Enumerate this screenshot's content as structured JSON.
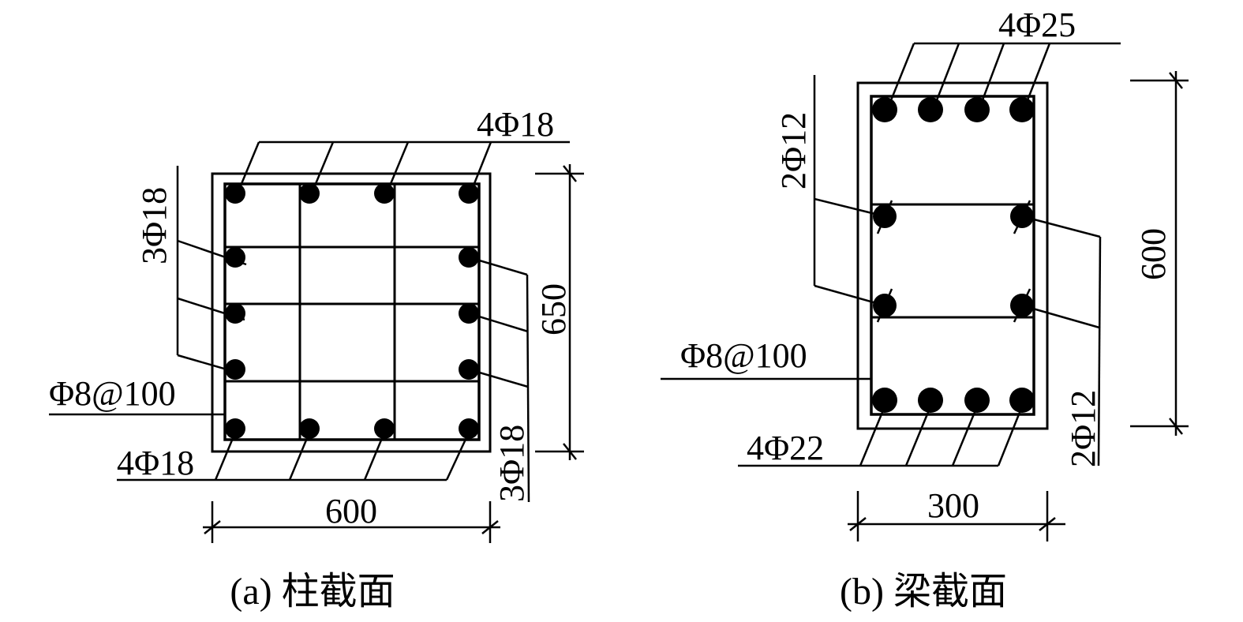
{
  "column_section": {
    "top_bars": "4Φ18",
    "bottom_bars": "4Φ18",
    "left_side_bars": "3Φ18",
    "right_side_bars": "3Φ18",
    "stirrup": "Φ8@100",
    "width_dim": "600",
    "height_dim": "650",
    "caption": "(a) 柱截面"
  },
  "beam_section": {
    "top_bars": "4Φ25",
    "bottom_bars": "4Φ22",
    "left_side_bars": "2Φ12",
    "right_side_bars": "2Φ12",
    "stirrup": "Φ8@100",
    "width_dim": "300",
    "height_dim": "600",
    "caption": "(b) 梁截面"
  },
  "colors": {
    "ink": "#000000",
    "background": "#ffffff"
  }
}
